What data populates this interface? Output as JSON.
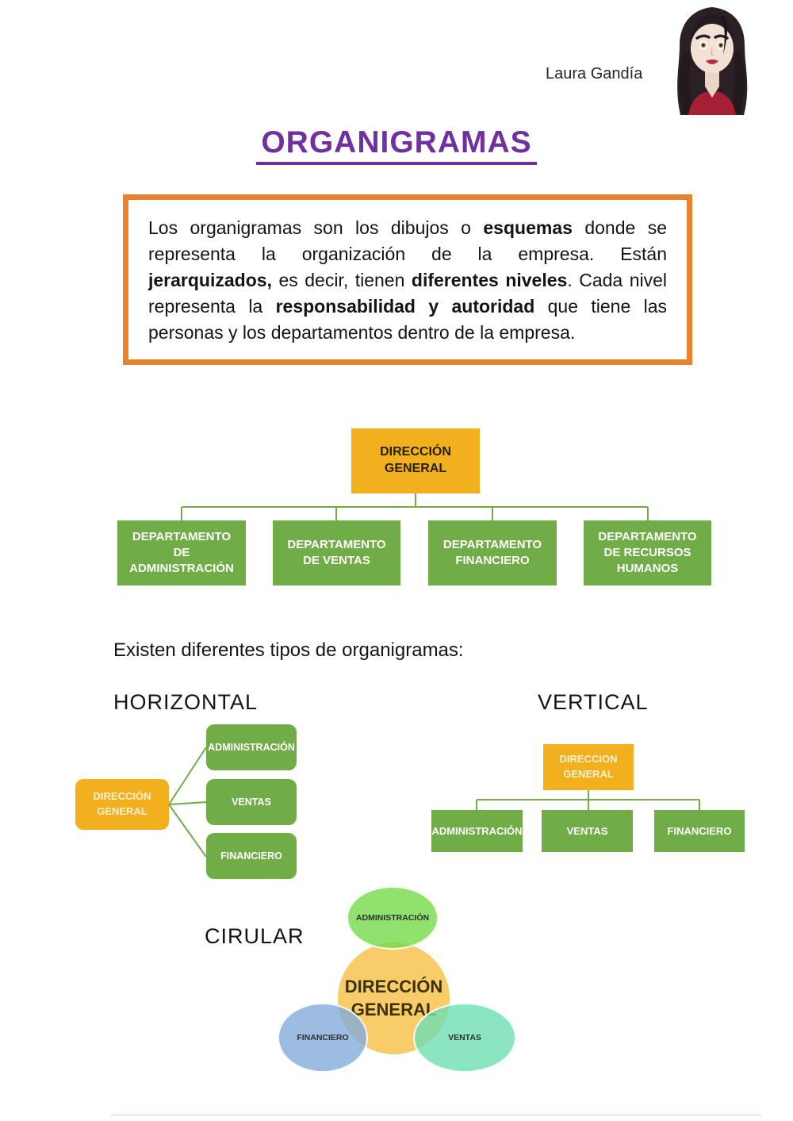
{
  "header": {
    "author": "Laura Gandía"
  },
  "title": "ORGANIGRAMAS",
  "intro": {
    "segments": [
      {
        "text": "Los organigramas son los dibujos o ",
        "bold": false
      },
      {
        "text": "esquemas",
        "bold": true
      },
      {
        "text": " donde se representa la organización de la empresa. Están ",
        "bold": false
      },
      {
        "text": "jerarquizados,",
        "bold": true
      },
      {
        "text": " es decir, tienen ",
        "bold": false
      },
      {
        "text": "diferentes niveles",
        "bold": true
      },
      {
        "text": ". Cada nivel representa la ",
        "bold": false
      },
      {
        "text": "responsabilidad y autoridad",
        "bold": true
      },
      {
        "text": " que tiene las personas y los departamentos dentro de la empresa.",
        "bold": false
      }
    ]
  },
  "main_chart": {
    "root": "DIRECCIÓN GENERAL",
    "children": [
      "DEPARTAMENTO DE ADMINISTRACIÓN",
      "DEPARTAMENTO DE VENTAS",
      "DEPARTAMENTO FINANCIERO",
      "DEPARTAMENTO DE RECURSOS HUMANOS"
    ]
  },
  "types_intro": "Existen diferentes tipos de organigramas:",
  "horizontal_chart": {
    "heading": "HORIZONTAL",
    "root": "DIRECCIÓN GENERAL",
    "children": [
      "ADMINISTRACIÓN",
      "VENTAS",
      "FINANCIERO"
    ]
  },
  "vertical_chart": {
    "heading": "VERTICAL",
    "root": "DIRECCION GENERAL",
    "children": [
      "ADMINISTRACIÓN",
      "VENTAS",
      "FINANCIERO"
    ]
  },
  "circular_chart": {
    "heading": "CIRULAR",
    "center": "DIRECCIÓN GENERAL",
    "satellites": [
      "ADMINISTRACIÓN",
      "FINANCIERO",
      "VENTAS"
    ]
  },
  "colors": {
    "title_purple": "#7030A0",
    "border_orange": "#E8822D",
    "box_yellow": "#F2B01E",
    "box_green": "#70AD47",
    "connector_green": "#70AD47",
    "circle_yellow": "#F8CD69",
    "ellipse_green": "#8FE26E",
    "ellipse_blue": "#9CBCE2",
    "ellipse_teal": "#8BE5C1"
  }
}
